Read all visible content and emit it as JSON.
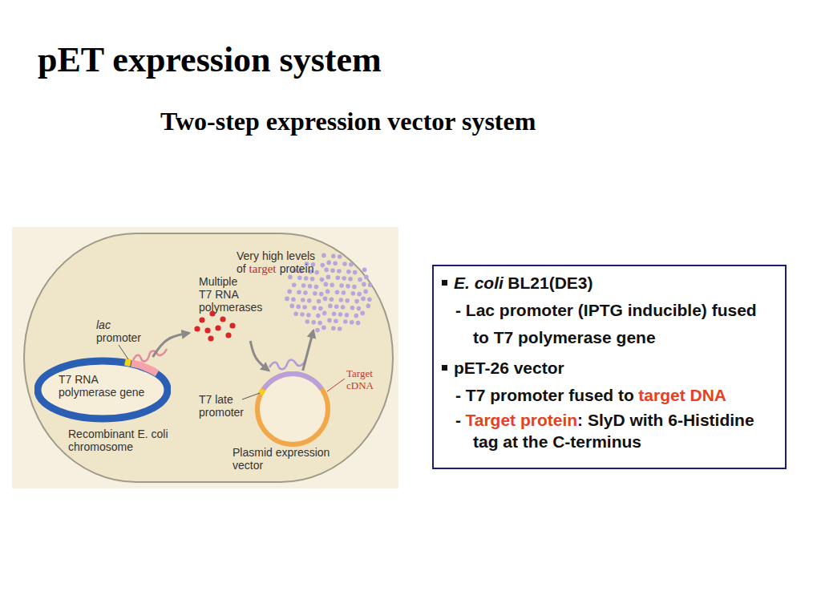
{
  "diagram": {
    "title": "pET expression system",
    "nodes": [
      {
        "text": [
          "T7 RNA polymerase gene",
          "Recombinant E. coli chromosome"
        ]
      },
      {
        "text": [
          "Multiple T7 RNA polymerases"
        ]
      },
      {
        "text": [
          "Plasmid expression vector"
        ]
      },
      {
        "text": [
          "Very high levels of",
          "target",
          "protein"
        ]
      },
      {
        "text": [
          "E. coli",
          "BL21(DE3)",
          "- Lac promoter (IPTG inducible) fused to T7 polymerase gene",
          "pET-26 vector",
          "- T7 promoter fused to",
          "target DNA",
          "-",
          "Target protein",
          ": SlyD with 6-Histidine tag at the C-terminus"
        ]
      }
    ],
    "edges": [
      {
        "from": 0,
        "to": 1,
        "arrow": "to"
      },
      {
        "from": 1,
        "to": 2,
        "arrow": "to"
      },
      {
        "from": 2,
        "to": 3,
        "arrow": "to"
      }
    ],
    "labels": [
      "Two-step expression vector system",
      "lac",
      "promoter",
      "T7 late promoter",
      "Target cDNA"
    ]
  }
}
